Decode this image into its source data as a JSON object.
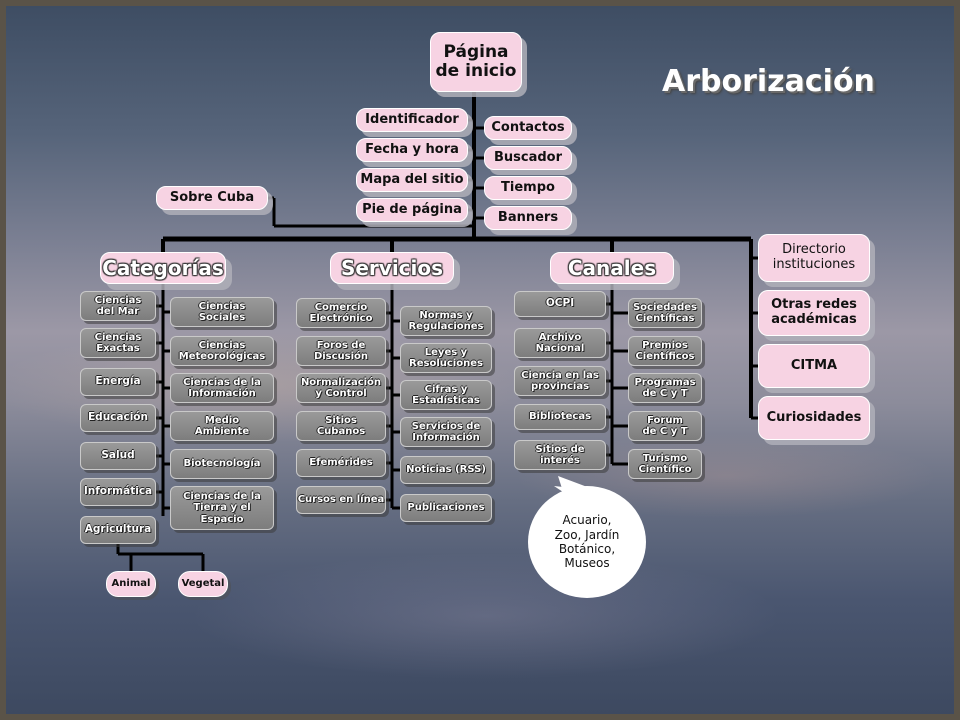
{
  "title": "Arborización",
  "root": "Página\nde inicio",
  "left_items": [
    "Identificador",
    "Fecha y hora",
    "Mapa del sitio",
    "Pie de página"
  ],
  "right_items": [
    "Contactos",
    "Buscador",
    "Tiempo",
    "Banners"
  ],
  "sobre_cuba": "Sobre Cuba",
  "categorias": {
    "label": "Categorías",
    "col1": [
      "Ciencias\ndel Mar",
      "Ciencias\nExactas",
      "Energía",
      "Educación",
      "Salud",
      "Informática",
      "Agricultura"
    ],
    "col2": [
      "Ciencias\nSociales",
      "Ciencias\nMeteorológicas",
      "Ciencias de la\nInformación",
      "Medio\nAmbiente",
      "Biotecnología",
      "Ciencias de la\nTierra y el\nEspacio"
    ],
    "agri_children": [
      "Animal",
      "Vegetal"
    ]
  },
  "servicios": {
    "label": "Servicios",
    "col1": [
      "Comercio\nElectrónico",
      "Foros de\nDiscusión",
      "Normalización\ny Control",
      "Sitios\nCubanos",
      "Efemérides",
      "Cursos en línea"
    ],
    "col2": [
      "Normas y\nRegulaciones",
      "Leyes y\nResoluciones",
      "Cifras y\nEstadísticas",
      "Servicios de\nInformación",
      "Noticias (RSS)",
      "Publicaciones"
    ]
  },
  "canales": {
    "label": "Canales",
    "col1": [
      "OCPI",
      "Archivo\nNacional",
      "Ciencia en las\nprovincias",
      "Bibliotecas",
      "Sitios de\ninterés"
    ],
    "col2": [
      "Sociedades\nCientíficas",
      "Premios\nCientíficos",
      "Programas\nde C y T",
      "Forum\nde C y T",
      "Turismo\nCientífico"
    ]
  },
  "side_items": [
    "Directorio\ninstituciones",
    "Otras redes\nacadémicas",
    "CITMA",
    "Curiosidades"
  ],
  "bubble": "Acuario,\nZoo, Jardín\nBotánico,\nMuseos",
  "colors": {
    "pink": "#f7d3e3",
    "gray": "#8a8a8a",
    "line": "#000000"
  }
}
